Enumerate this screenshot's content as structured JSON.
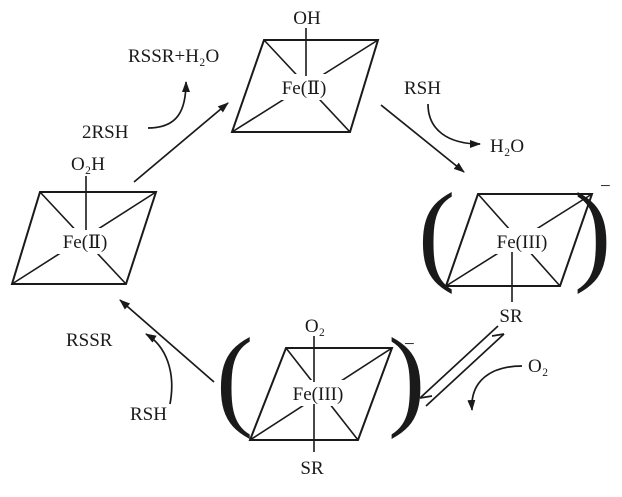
{
  "complexes": {
    "top": {
      "metal": "Fe(Ⅱ)",
      "ligand_top": "OH"
    },
    "left": {
      "metal": "Fe(Ⅱ)",
      "ligand_top": "O₂H"
    },
    "right": {
      "metal": "Fe(III)",
      "ligand_bottom": "SR",
      "charge": "−"
    },
    "bottom": {
      "metal": "Fe(III)",
      "ligand_top": "O₂",
      "ligand_bottom": "SR",
      "charge": "−"
    }
  },
  "reagents": {
    "top_left_in": "2RSH",
    "top_left_out": "RSSR+H₂O",
    "top_right_in": "RSH",
    "top_right_out": "H₂O",
    "right_bottom_in": "O₂",
    "bottom_left_in": "RSH",
    "bottom_left_out": "RSSR"
  }
}
